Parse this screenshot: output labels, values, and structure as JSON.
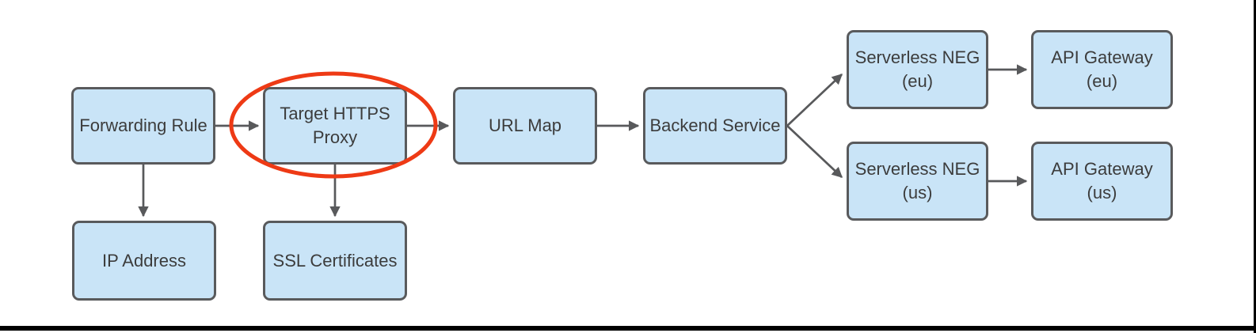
{
  "diagram": {
    "description": "Cloud HTTPS load balancer architecture flow diagram",
    "nodes": [
      {
        "id": "forwarding-rule",
        "label": "Forwarding Rule"
      },
      {
        "id": "target-https-proxy",
        "label": "Target HTTPS\nProxy",
        "highlighted": true
      },
      {
        "id": "url-map",
        "label": "URL Map"
      },
      {
        "id": "backend-service",
        "label": "Backend Service"
      },
      {
        "id": "serverless-neg-eu",
        "label": "Serverless NEG\n(eu)"
      },
      {
        "id": "api-gateway-eu",
        "label": "API Gateway\n(eu)"
      },
      {
        "id": "serverless-neg-us",
        "label": "Serverless NEG\n(us)"
      },
      {
        "id": "api-gateway-us",
        "label": "API Gateway\n(us)"
      },
      {
        "id": "ip-address",
        "label": "IP Address"
      },
      {
        "id": "ssl-certificates",
        "label": "SSL Certificates"
      }
    ],
    "edges": [
      {
        "from": "forwarding-rule",
        "to": "target-https-proxy"
      },
      {
        "from": "target-https-proxy",
        "to": "url-map"
      },
      {
        "from": "url-map",
        "to": "backend-service"
      },
      {
        "from": "backend-service",
        "to": "serverless-neg-eu"
      },
      {
        "from": "backend-service",
        "to": "serverless-neg-us"
      },
      {
        "from": "serverless-neg-eu",
        "to": "api-gateway-eu"
      },
      {
        "from": "serverless-neg-us",
        "to": "api-gateway-us"
      },
      {
        "from": "forwarding-rule",
        "to": "ip-address"
      },
      {
        "from": "target-https-proxy",
        "to": "ssl-certificates"
      }
    ],
    "highlight": {
      "shape": "ellipse",
      "around_node": "target-https-proxy",
      "color": "#ee3a15"
    },
    "colors": {
      "node_fill": "#c9e4f7",
      "node_border": "#595a5c",
      "arrow": "#58595b",
      "text": "#3c3c3c",
      "highlight_ellipse": "#ee3a15",
      "background": "#ffffff",
      "frame_border": "#000000"
    }
  }
}
